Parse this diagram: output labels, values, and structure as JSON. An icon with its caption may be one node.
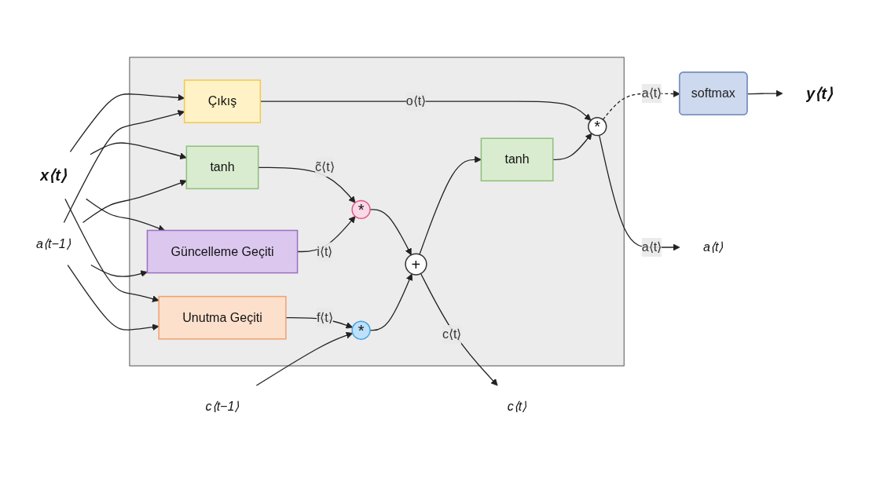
{
  "diagram": {
    "nodes": [
      {
        "text": [
          "softmax"
        ]
      },
      {
        "text": [
          "y⟨t⟩"
        ]
      },
      {
        "text": [],
        "shape": "box"
      },
      {
        "text": [
          "c⟨t−1⟩"
        ]
      },
      {
        "text": [
          "*"
        ],
        "in": 2
      },
      {
        "text": [
          "+"
        ],
        "in": 2
      },
      {
        "text": [
          "c⟨t⟩"
        ]
      },
      {
        "text": [
          "tanh"
        ],
        "in": 2
      },
      {
        "text": [
          "*"
        ],
        "in": 2
      },
      {
        "text": [
          "*"
        ],
        "in": 2
      },
      {
        "text": [
          "a⟨t⟩"
        ]
      },
      {
        "text": [
          "a⟨t−1⟩"
        ]
      },
      {
        "text": [
          "Unutma Geçiti"
        ],
        "in": 2
      },
      {
        "text": [
          "Güncelleme Geçiti"
        ],
        "in": 2
      },
      {
        "text": [
          "tanh"
        ],
        "in": 2
      },
      {
        "text": [
          "Çıkış"
        ],
        "in": 2
      },
      {
        "text": [
          "x⟨t⟩"
        ]
      }
    ],
    "edges": [
      {
        "from": 3,
        "to": 4,
        "arrow": "to"
      },
      {
        "from": 4,
        "to": 5,
        "arrow": "to"
      },
      {
        "from": 5,
        "to": 6,
        "arrow": "to",
        "label": "c⟨t⟩"
      },
      {
        "from": 5,
        "to": 7,
        "arrow": "to"
      },
      {
        "from": 7,
        "to": 9,
        "arrow": "to"
      },
      {
        "from": 9,
        "to": 10,
        "arrow": "to",
        "label": "a⟨t⟩"
      },
      {
        "from": 9,
        "to": 0,
        "arrow": "to",
        "style": "dashed",
        "label": "a⟨t⟩"
      },
      {
        "from": 0,
        "to": 1,
        "arrow": "to"
      },
      {
        "from": 12,
        "to": 4,
        "arrow": "to",
        "label": "f⟨t⟩"
      },
      {
        "from": 13,
        "to": 8,
        "arrow": "to",
        "label": "i⟨t⟩"
      },
      {
        "from": 8,
        "to": 5,
        "arrow": "to"
      },
      {
        "from": 14,
        "to": 8,
        "arrow": "to",
        "label": "c̃⟨t⟩"
      },
      {
        "from": 15,
        "to": 9,
        "arrow": "to",
        "label": "o⟨t⟩"
      },
      {
        "from": 11,
        "to": 12,
        "arrow": "to"
      },
      {
        "from": 11,
        "to": 13,
        "arrow": "to"
      },
      {
        "from": 11,
        "to": 14,
        "arrow": "to"
      },
      {
        "from": 11,
        "to": 15,
        "arrow": "to"
      },
      {
        "from": 16,
        "to": 12,
        "arrow": "to"
      },
      {
        "from": 16,
        "to": 13,
        "arrow": "to"
      },
      {
        "from": 16,
        "to": 14,
        "arrow": "to"
      },
      {
        "from": 16,
        "to": 15,
        "arrow": "to"
      }
    ]
  }
}
